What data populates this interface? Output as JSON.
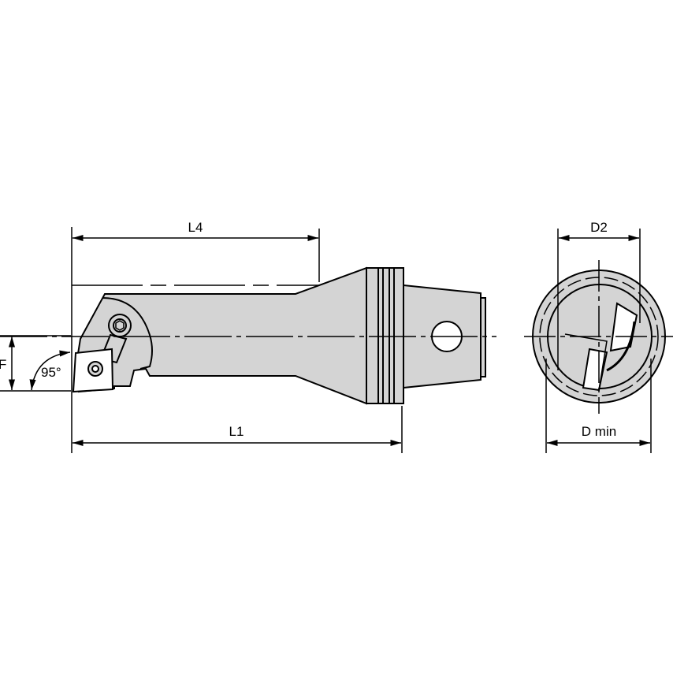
{
  "labels": {
    "l4": "L4",
    "l1": "L1",
    "f": "F",
    "angle": "95°",
    "d2": "D2",
    "dmin": "D min"
  },
  "colors": {
    "body_fill": "#d4d4d4",
    "line": "#000000",
    "background": "#ffffff"
  }
}
